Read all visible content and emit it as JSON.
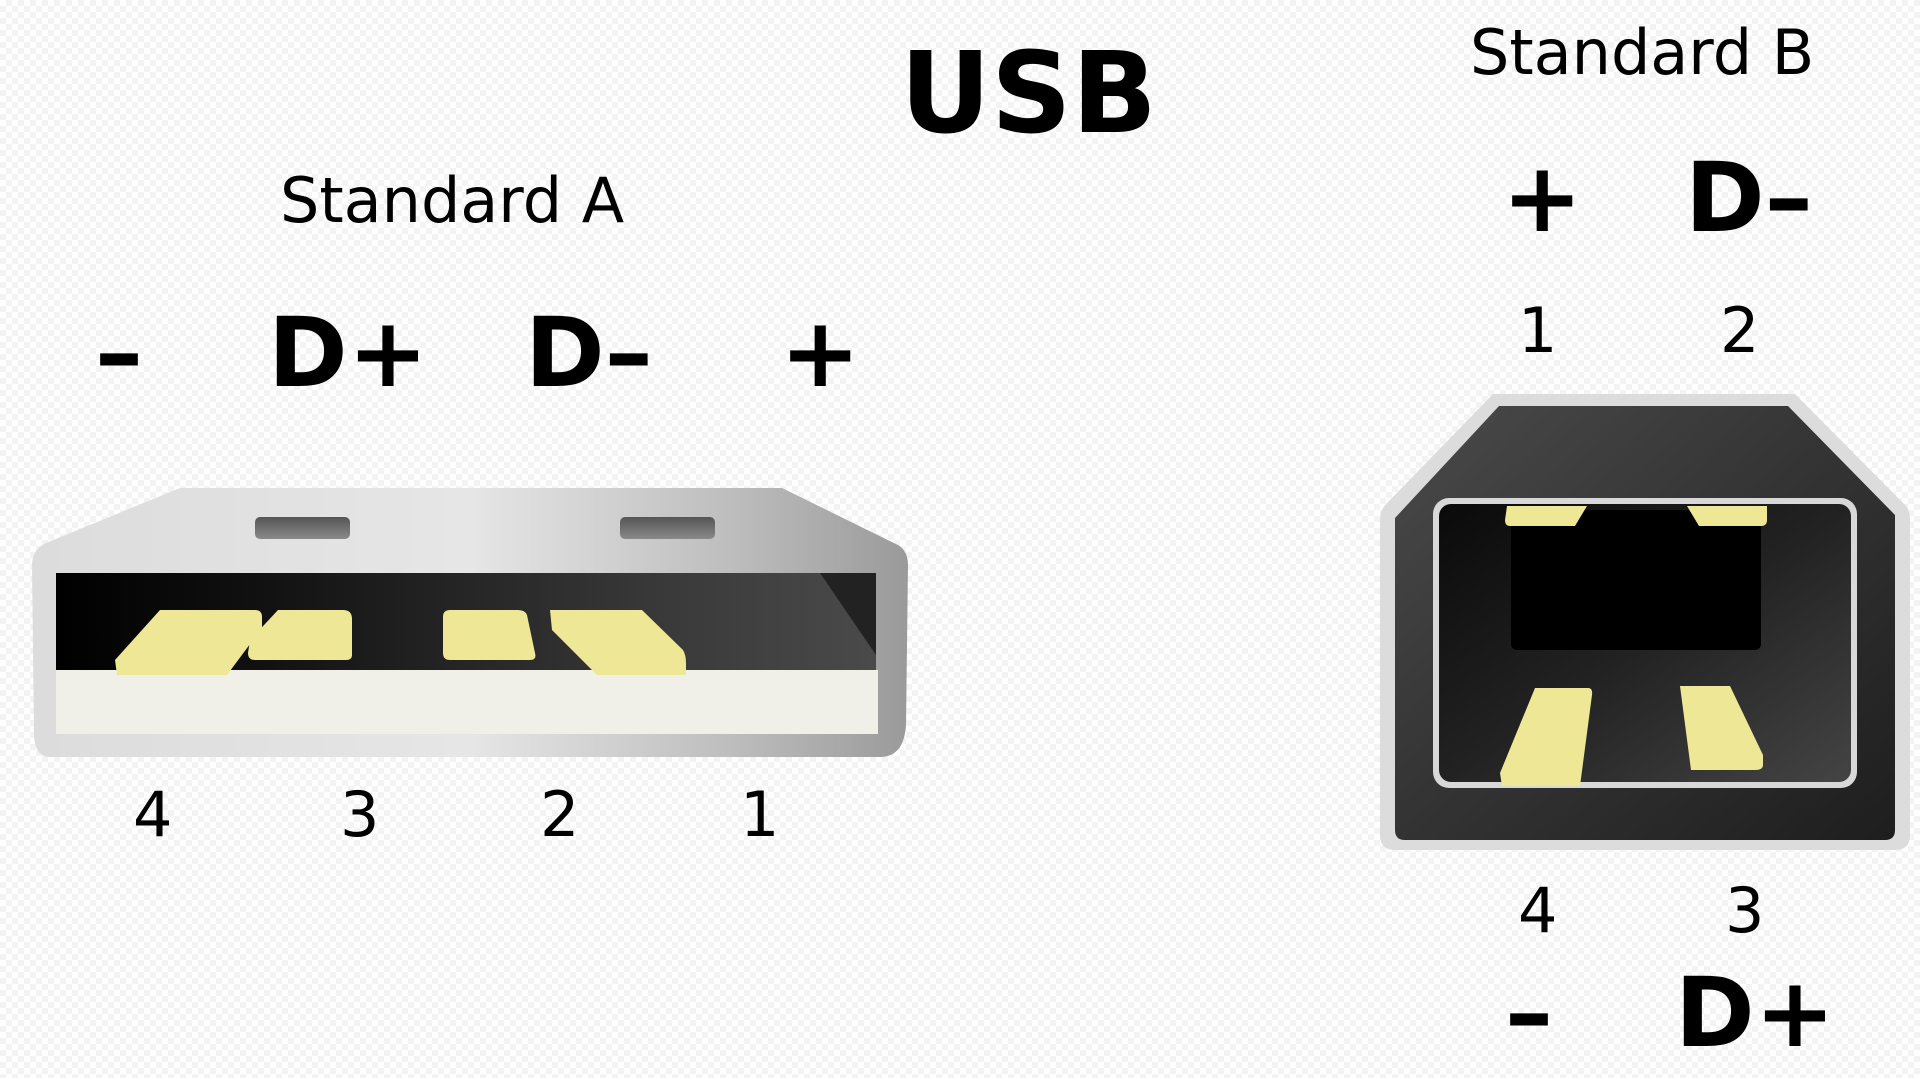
{
  "title": "USB",
  "standard_a": {
    "label": "Standard A",
    "signals": [
      "–",
      "D+",
      "D–",
      "+"
    ],
    "pins": [
      "4",
      "3",
      "2",
      "1"
    ]
  },
  "standard_b": {
    "label": "Standard B",
    "top_signals": [
      "+",
      "D–"
    ],
    "top_pins": [
      "1",
      "2"
    ],
    "bottom_pins": [
      "4",
      "3"
    ],
    "bottom_signals": [
      "–",
      "D+"
    ]
  },
  "colors": {
    "contact": "#eee896",
    "shell_light": "#e0e0e0",
    "shell_dark": "#404040",
    "insulator": "#f0f0e8",
    "cavity": "#000000"
  }
}
